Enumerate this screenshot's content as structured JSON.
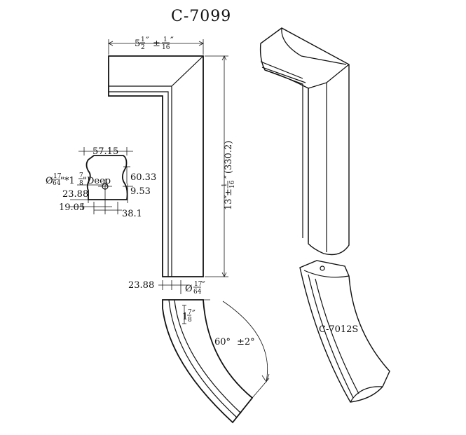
{
  "title": "C-7099",
  "dimensions": {
    "width_whole": "5",
    "width_frac_num": "1",
    "width_frac_den": "2",
    "width_tol": "±",
    "width_tol_num": "1",
    "width_tol_den": "16",
    "height_main": "13″",
    "height_tol": "±",
    "height_tol_num": "1",
    "height_tol_den": "16",
    "height_metric": "(330.2)",
    "profile_width": "57.15",
    "profile_height": "60.33",
    "hole_spec_prefix": "Ø",
    "hole_num": "17",
    "hole_den": "64",
    "hole_depth_text": "\"*1",
    "hole_depth_num": "7",
    "hole_depth_den": "8",
    "hole_depth_suffix": "\"Deep",
    "offset_23": "23.88",
    "offset_9": "9.53",
    "offset_19": "19.05",
    "offset_38": "38.1",
    "bottom_offset": "23.88",
    "bottom_hole_prefix": "Ø",
    "bottom_hole_num": "17",
    "bottom_hole_den": "64",
    "depth_whole": "1",
    "depth_num": "7",
    "depth_den": "8",
    "angle": "60°",
    "angle_tol": "±2°"
  },
  "part_label": "C-7012S"
}
